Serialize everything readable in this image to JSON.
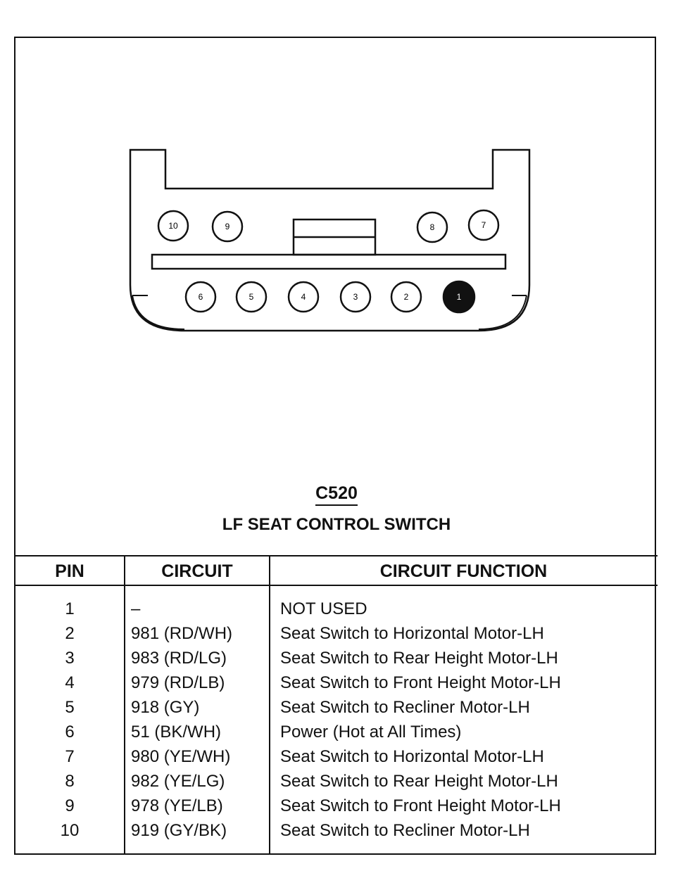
{
  "connector": {
    "id": "C520",
    "name": "LF SEAT CONTROL SWITCH",
    "pins_top": [
      "10",
      "9",
      "8",
      "7"
    ],
    "pins_bottom": [
      "6",
      "5",
      "4",
      "3",
      "2",
      "1"
    ]
  },
  "table": {
    "headers": {
      "pin": "PIN",
      "circuit": "CIRCUIT",
      "function": "CIRCUIT FUNCTION"
    },
    "rows": [
      {
        "pin": "1",
        "circuit": "–",
        "function": "NOT USED"
      },
      {
        "pin": "2",
        "circuit": "981 (RD/WH)",
        "function": "Seat Switch to Horizontal Motor-LH"
      },
      {
        "pin": "3",
        "circuit": "983 (RD/LG)",
        "function": "Seat Switch to Rear Height Motor-LH"
      },
      {
        "pin": "4",
        "circuit": "979 (RD/LB)",
        "function": "Seat Switch to Front Height Motor-LH"
      },
      {
        "pin": "5",
        "circuit": "918 (GY)",
        "function": "Seat Switch to Recliner Motor-LH"
      },
      {
        "pin": "6",
        "circuit": "51 (BK/WH)",
        "function": "Power (Hot at All Times)"
      },
      {
        "pin": "7",
        "circuit": "980 (YE/WH)",
        "function": "Seat Switch to Horizontal Motor-LH"
      },
      {
        "pin": "8",
        "circuit": "982 (YE/LG)",
        "function": "Seat Switch to Rear Height Motor-LH"
      },
      {
        "pin": "9",
        "circuit": "978 (YE/LB)",
        "function": "Seat Switch to Front Height Motor-LH"
      },
      {
        "pin": "10",
        "circuit": "919 (GY/BK)",
        "function": "Seat Switch to Recliner Motor-LH"
      }
    ]
  },
  "colors": {
    "ink": "#111111",
    "background": "#ffffff",
    "filled_pin": "#111111"
  }
}
